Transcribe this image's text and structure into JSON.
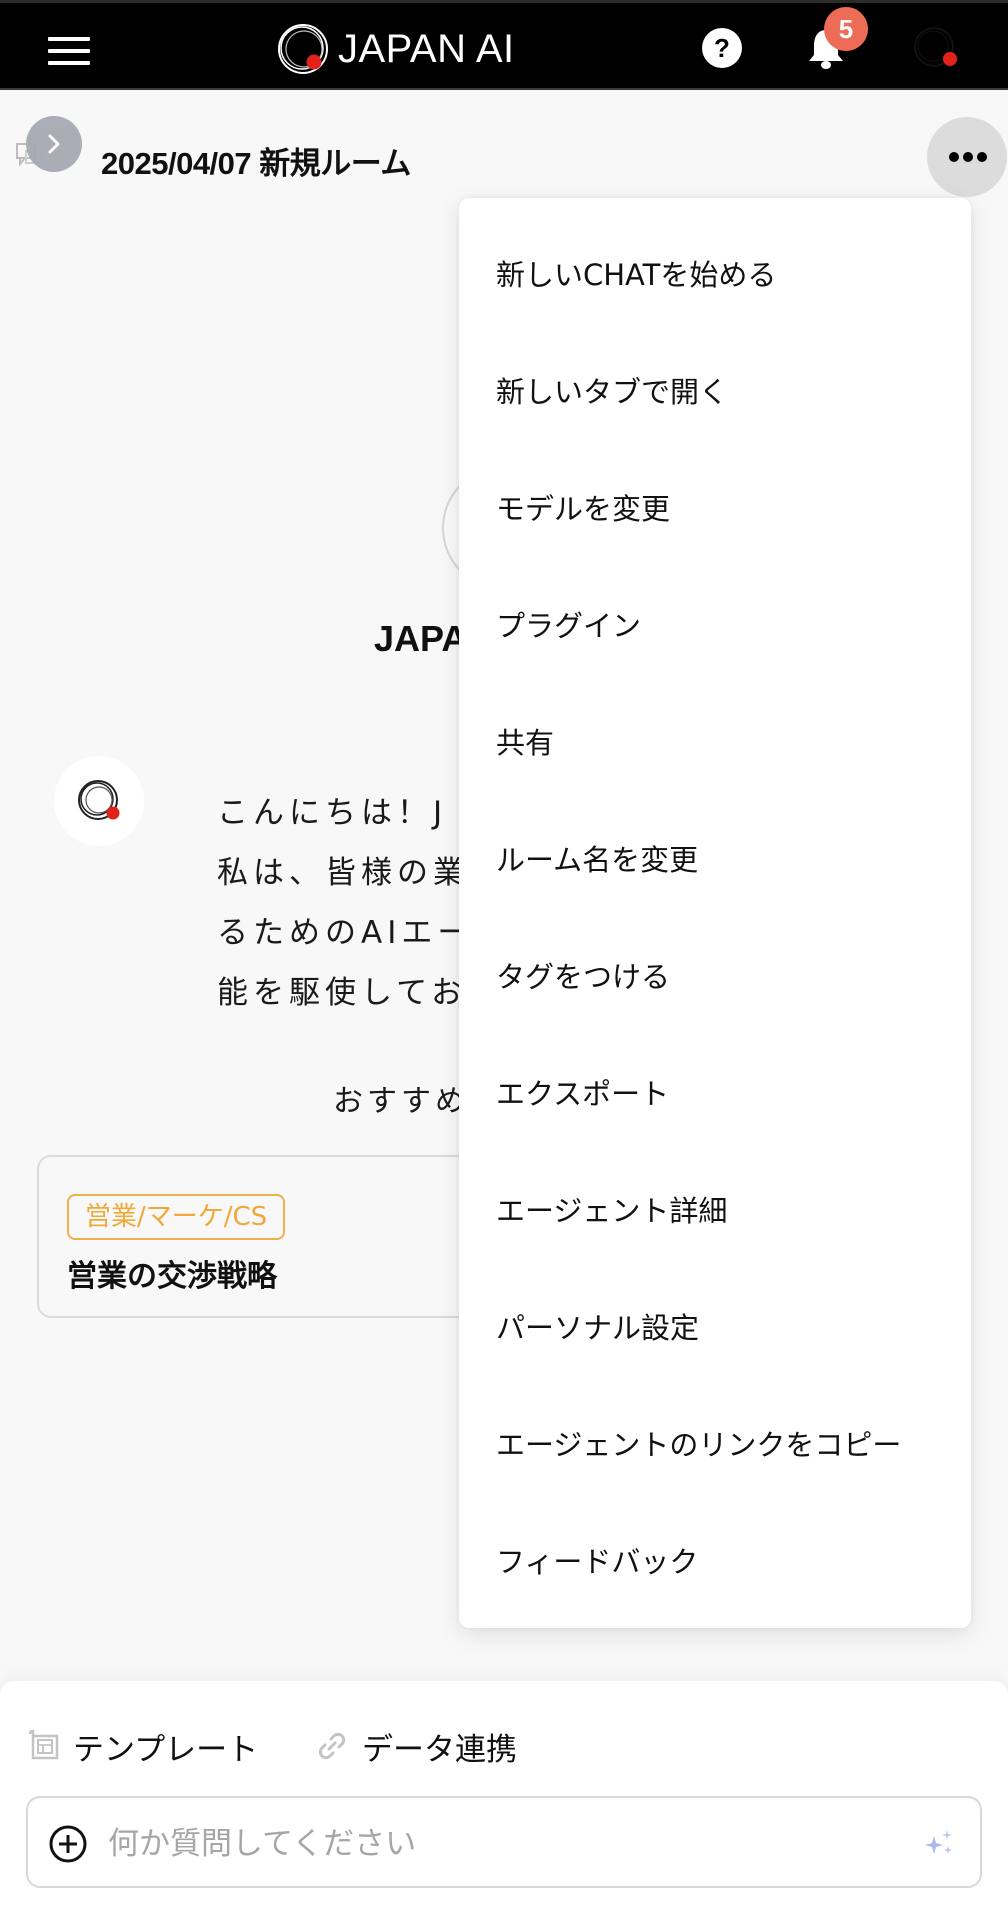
{
  "header": {
    "brand": "JAPAN AI",
    "help_label": "?",
    "notification_count": "5",
    "colors": {
      "background": "#000000",
      "badge": "#ec6c55",
      "brand_red": "#e3211b"
    }
  },
  "room": {
    "title": "2025/04/07 新規ルーム"
  },
  "agent": {
    "name_visible": "JAPA"
  },
  "message": {
    "lines_visible": [
      "こんにちは！J",
      "私は、皆様の業",
      "るためのAIエー",
      "能を駆使してお"
    ]
  },
  "recommendations": {
    "label_visible": "おすすめ",
    "cards": [
      {
        "tag": "営業/マーケ/CS",
        "title": "営業の交渉戦略",
        "tag_color": "#f0a838"
      }
    ]
  },
  "menu": {
    "items": [
      {
        "label": "新しいCHATを始める"
      },
      {
        "label": "新しいタブで開く"
      },
      {
        "label": "モデルを変更"
      },
      {
        "label": "プラグイン"
      },
      {
        "label": "共有"
      },
      {
        "label": "ルーム名を変更"
      },
      {
        "label": "タグをつける"
      },
      {
        "label": "エクスポート"
      },
      {
        "label": "エージェント詳細"
      },
      {
        "label": "パーソナル設定"
      },
      {
        "label": "エージェントのリンクをコピー"
      },
      {
        "label": "フィードバック"
      }
    ]
  },
  "composer": {
    "template_label": "テンプレート",
    "data_link_label": "データ連携",
    "input_value": "",
    "input_placeholder": "何か質問してください"
  }
}
